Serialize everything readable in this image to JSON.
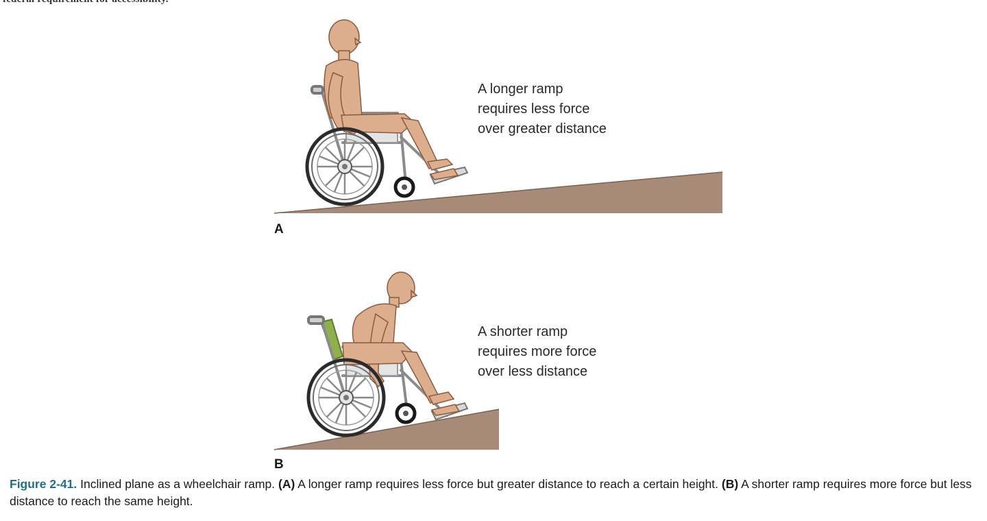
{
  "top_fragment": "federal requirement for accessibility.",
  "panel_a": {
    "label": "A",
    "lines": [
      "A longer ramp",
      "requires less force",
      "over greater distance"
    ]
  },
  "panel_b": {
    "label": "B",
    "lines": [
      "A shorter ramp",
      "requires more force",
      "over less distance"
    ]
  },
  "caption": {
    "figure_number": "Figure 2-41.",
    "intro": " Inclined plane as a wheelchair ramp. ",
    "a_marker": "(A)",
    "a_text": " A longer ramp requires less force but greater distance to reach a certain height. ",
    "b_marker": "(B)",
    "b_text": " A shorter ramp requires more force but less distance to reach the same height."
  },
  "colors": {
    "ramp": "#a78a78",
    "skin": "#dcae8e",
    "backrest_b": "#8fb04a",
    "caption_blue": "#1f6e8c"
  }
}
